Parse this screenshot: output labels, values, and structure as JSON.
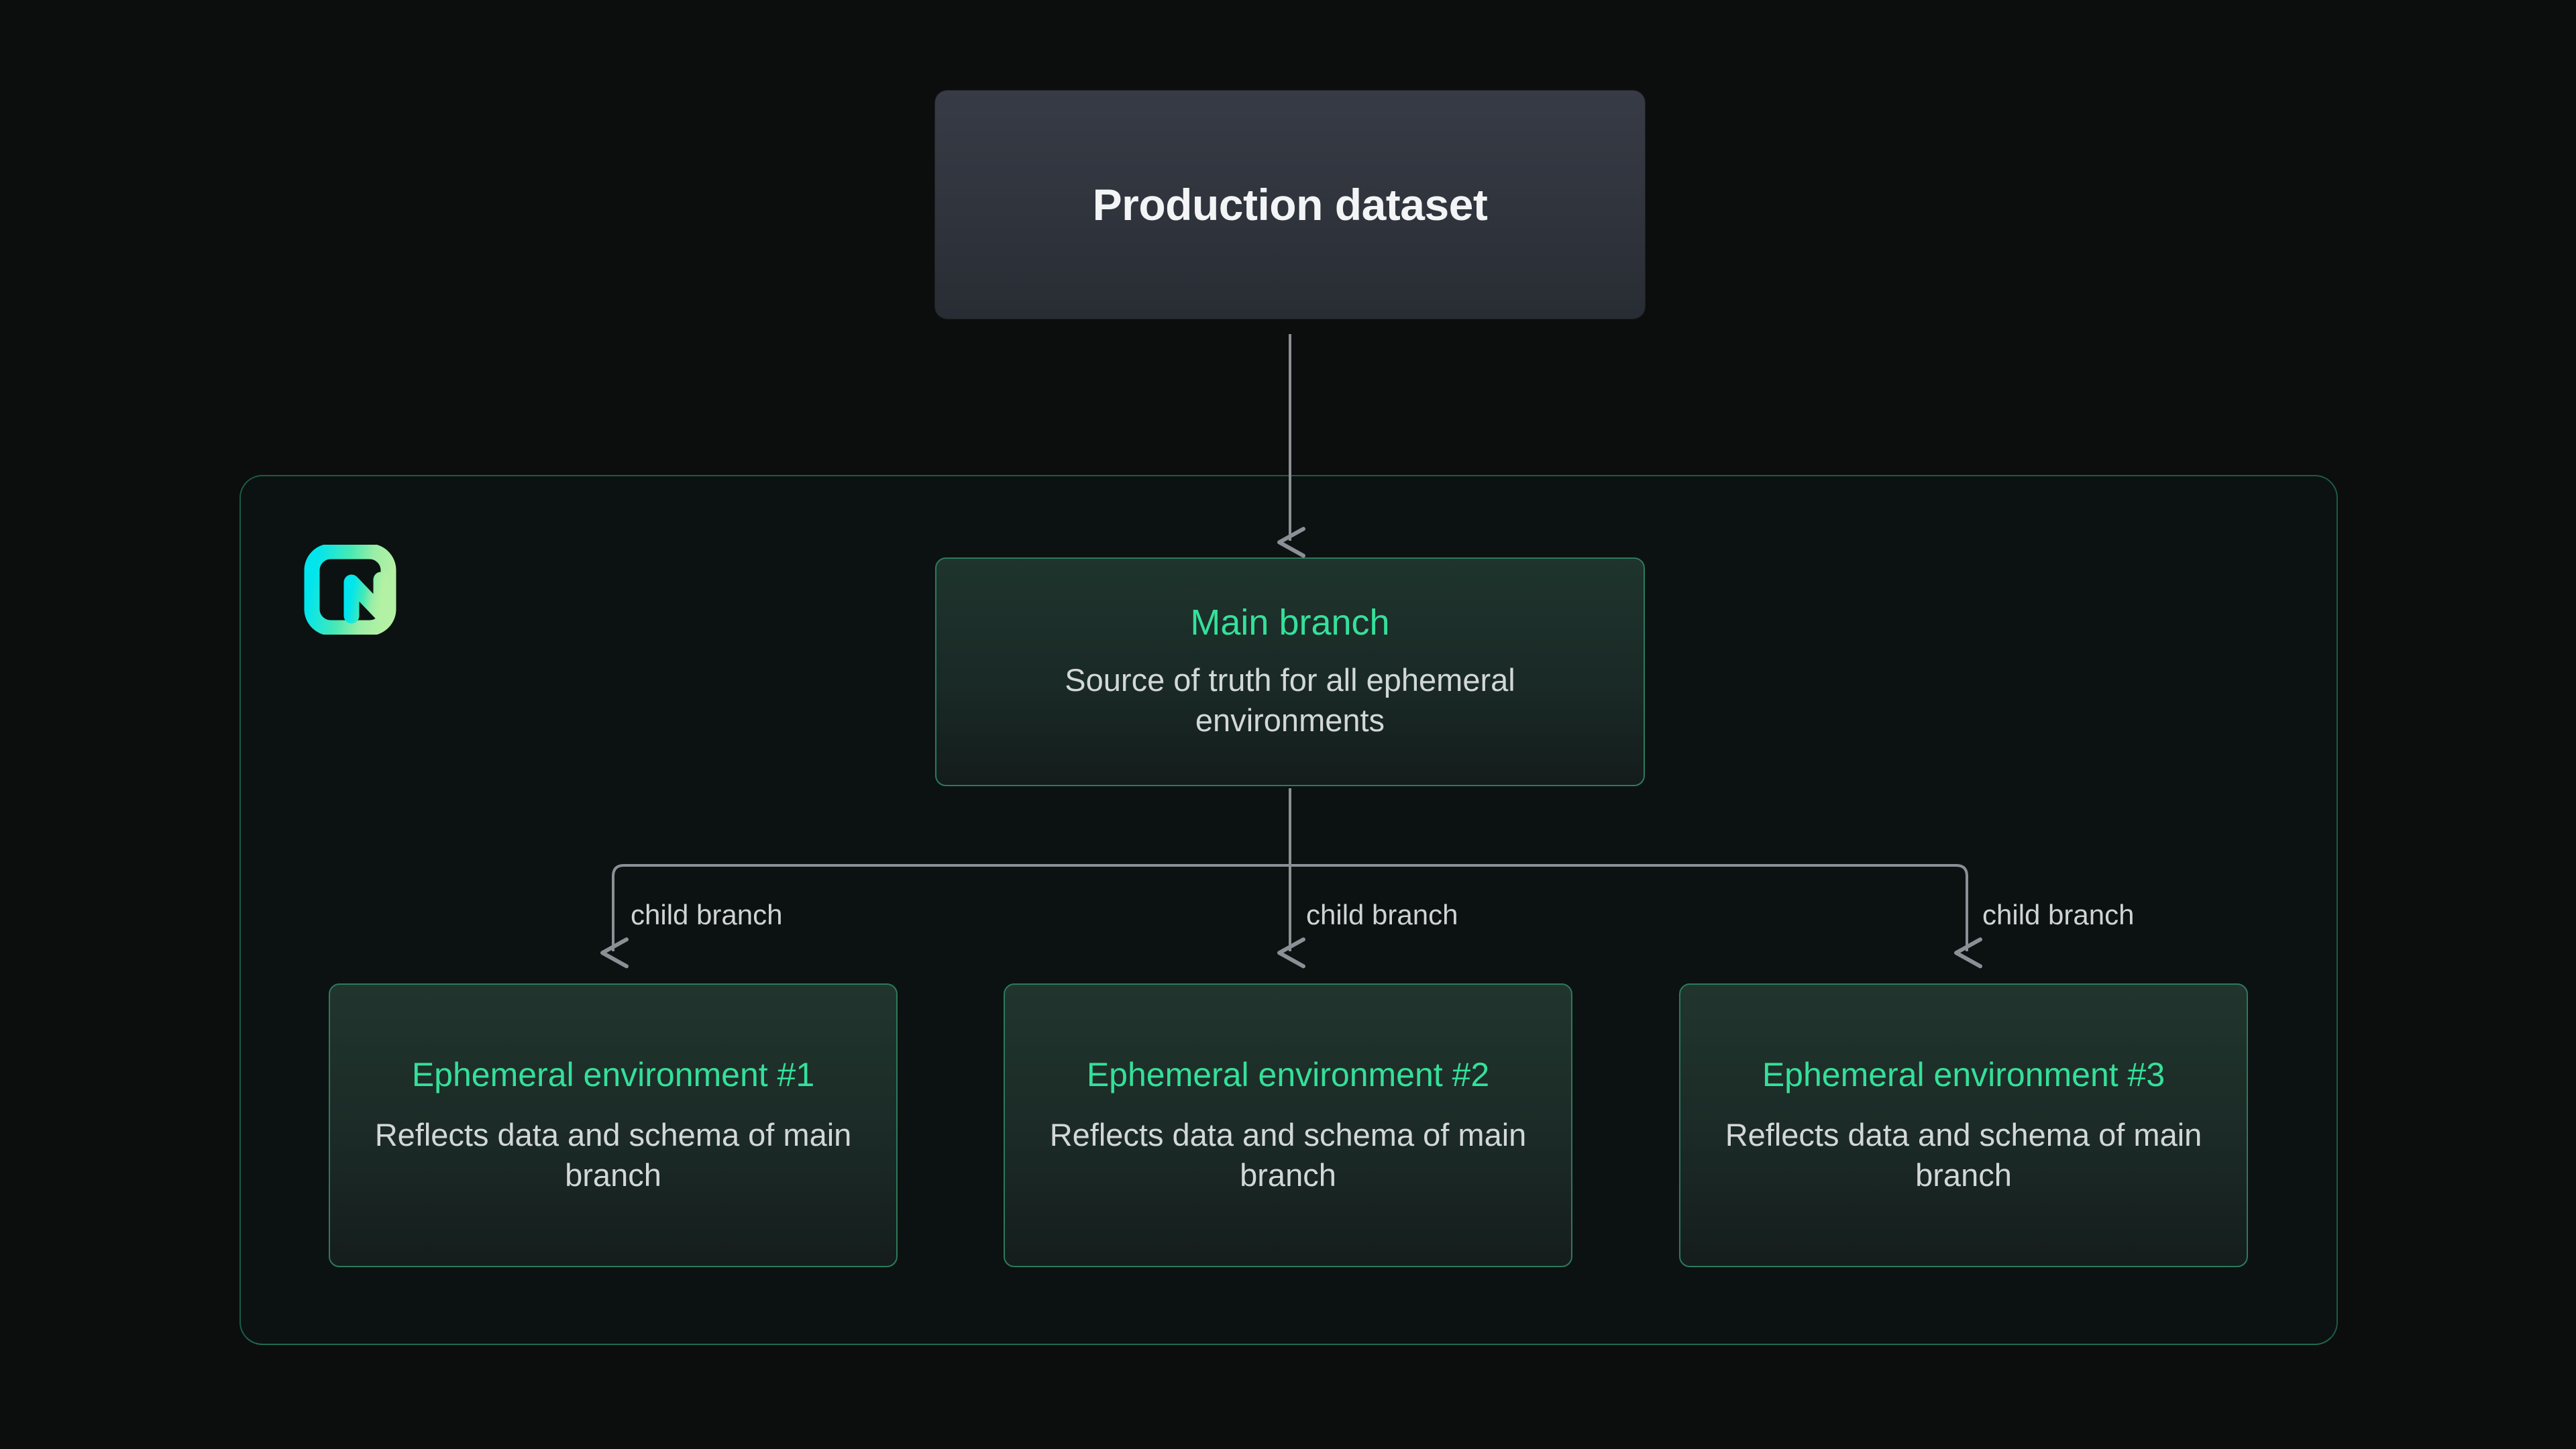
{
  "diagram": {
    "title_node": {
      "label": "Production dataset"
    },
    "container": {
      "logo_name": "neon-logo"
    },
    "main_node": {
      "title": "Main branch",
      "subtitle": "Source of truth for all ephemeral environments"
    },
    "edge_labels": [
      "child branch",
      "child branch",
      "child branch"
    ],
    "child_nodes": [
      {
        "title": "Ephemeral environment #1",
        "subtitle": "Reflects data and schema of main branch"
      },
      {
        "title": "Ephemeral environment #2",
        "subtitle": "Reflects data and schema of main branch"
      },
      {
        "title": "Ephemeral environment #3",
        "subtitle": "Reflects data and schema of main branch"
      }
    ],
    "colors": {
      "page_background": "#0c0d0d",
      "container_background": "#0c1211",
      "container_border": "#1b5c44",
      "accent_green": "#35e09a",
      "card_border_green": "#2d7a5c",
      "prod_card_top": "#373b45",
      "prod_card_bottom": "#282c33",
      "body_text": "#d3d7d9",
      "connector_line": "#8a9096",
      "logo_gradient_start": "#00e5ee",
      "logo_gradient_end": "#aaf0a0"
    }
  }
}
